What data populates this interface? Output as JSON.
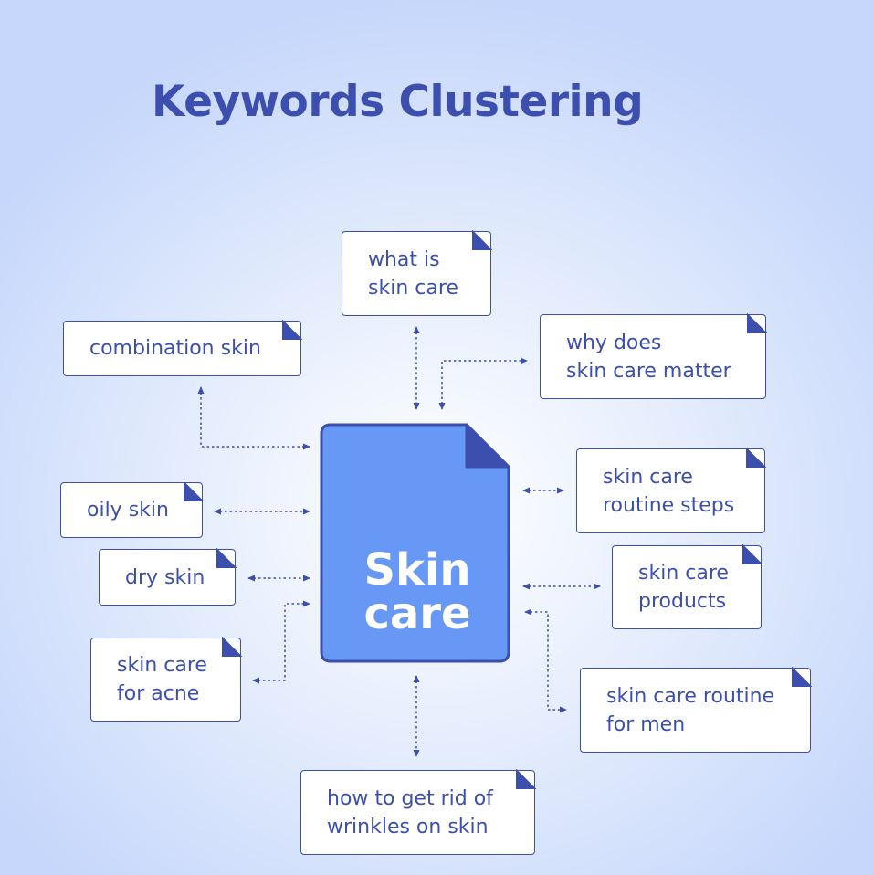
{
  "title": "Keywords Clustering",
  "center": {
    "line1": "Skin",
    "line2": "care"
  },
  "colors": {
    "accent": "#3d4fae",
    "doc_fill": "#6898f6",
    "doc_fold": "#3d4fae",
    "card_bg": "#ffffff"
  },
  "keywords": [
    {
      "id": "what-is-skin-care",
      "label": "what is\nskin care"
    },
    {
      "id": "combination-skin",
      "label": "combination skin"
    },
    {
      "id": "why-does-skin-care-matter",
      "label": "why does\nskin care matter"
    },
    {
      "id": "skin-care-routine-steps",
      "label": "skin care\nroutine steps"
    },
    {
      "id": "oily-skin",
      "label": "oily skin"
    },
    {
      "id": "dry-skin",
      "label": "dry skin"
    },
    {
      "id": "skin-care-products",
      "label": "skin care\nproducts"
    },
    {
      "id": "skin-care-for-acne",
      "label": "skin care\nfor acne"
    },
    {
      "id": "skin-care-routine-for-men",
      "label": "skin care routine\nfor men"
    },
    {
      "id": "how-to-get-rid-of-wrinkles",
      "label": "how to get rid of\nwrinkles on skin"
    }
  ]
}
